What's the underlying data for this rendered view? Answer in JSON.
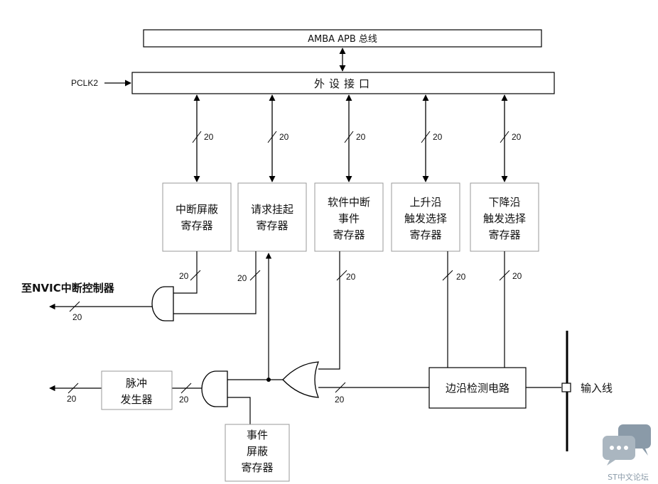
{
  "bus_label": "AMBA APB 总线",
  "clock_label": "PCLK2",
  "interface_label": "外设接口",
  "registers": [
    {
      "id": "int-mask",
      "lines": [
        "中断屏蔽",
        "寄存器"
      ]
    },
    {
      "id": "pending",
      "lines": [
        "请求挂起",
        "寄存器"
      ]
    },
    {
      "id": "swier",
      "lines": [
        "软件中断",
        "事件",
        "寄存器"
      ]
    },
    {
      "id": "rising",
      "lines": [
        "上升沿",
        "触发选择",
        "寄存器"
      ]
    },
    {
      "id": "falling",
      "lines": [
        "下降沿",
        "触发选择",
        "寄存器"
      ]
    }
  ],
  "event_mask": {
    "lines": [
      "事件",
      "屏蔽",
      "寄存器"
    ]
  },
  "pulse_gen": {
    "lines": [
      "脉冲",
      "发生器"
    ]
  },
  "edge_detect": "边沿检测电路",
  "input_line": "输入线",
  "nvic_label": "至NVIC中断控制器",
  "bus_width": "20",
  "watermark": "ST中文论坛",
  "colors": {
    "line": "#000000",
    "box_border": "#999999",
    "watermark": "#8a9aa8"
  },
  "icons": {
    "watermark": "chat-bubbles-icon"
  }
}
